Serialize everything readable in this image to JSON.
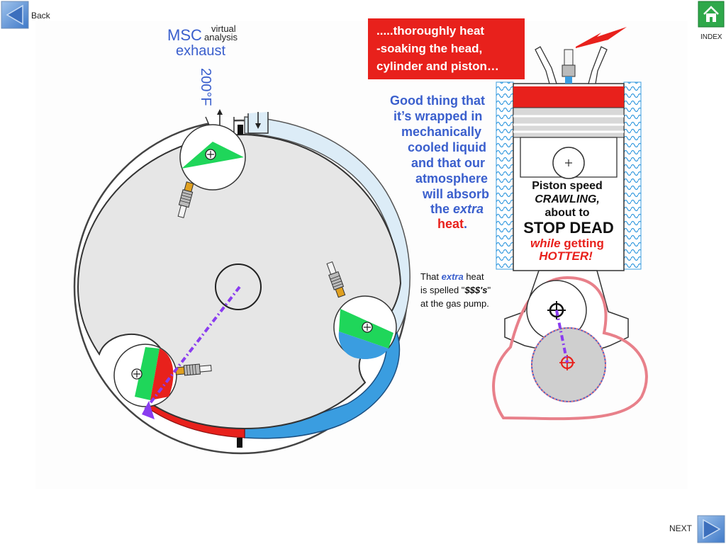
{
  "nav": {
    "back_label": "Back",
    "index_label": "INDEX",
    "next_label": "NEXT"
  },
  "labels": {
    "msc": "MSC",
    "virtual": "virtual",
    "analysis": "analysis",
    "exhaust": "exhaust",
    "temperature": "200°F"
  },
  "callout": {
    "line1": ".....thoroughly  heat",
    "line2": "-soaking the head,",
    "line3": "cylinder and piston…"
  },
  "good_thing": {
    "l1": "Good thing that",
    "l2": "it’s wrapped in",
    "l3": "mechanically",
    "l4": "cooled liquid",
    "l5": "and that our",
    "l6": "atmosphere",
    "l7": "will absorb",
    "l8a": "the ",
    "l8b": "extra",
    "l9a": "heat",
    "l9b": "."
  },
  "piston_note": {
    "l1": "Piston speed",
    "l2": "CRAWLING,",
    "l3": "about to",
    "l4": "STOP DEAD",
    "l5a": "while",
    "l5b": " getting",
    "l6": "HOTTER!"
  },
  "extra_heat_note": {
    "l1a": "That ",
    "l1b": "extra",
    "l1c": " heat",
    "l2a": "is spelled \"",
    "l2b": "$$$'s",
    "l2c": "\"",
    "l3": "at the gas pump."
  },
  "colors": {
    "red": "#e8211c",
    "blue": "#3a5fcd",
    "green": "#1fd65a",
    "coolant": "#3a9de0",
    "purple": "#8a3cf0",
    "pink": "#e8808a"
  },
  "icons": [
    "back-arrow-icon",
    "home-icon",
    "next-arrow-icon",
    "spark-plug-icon",
    "lightning-icon"
  ]
}
